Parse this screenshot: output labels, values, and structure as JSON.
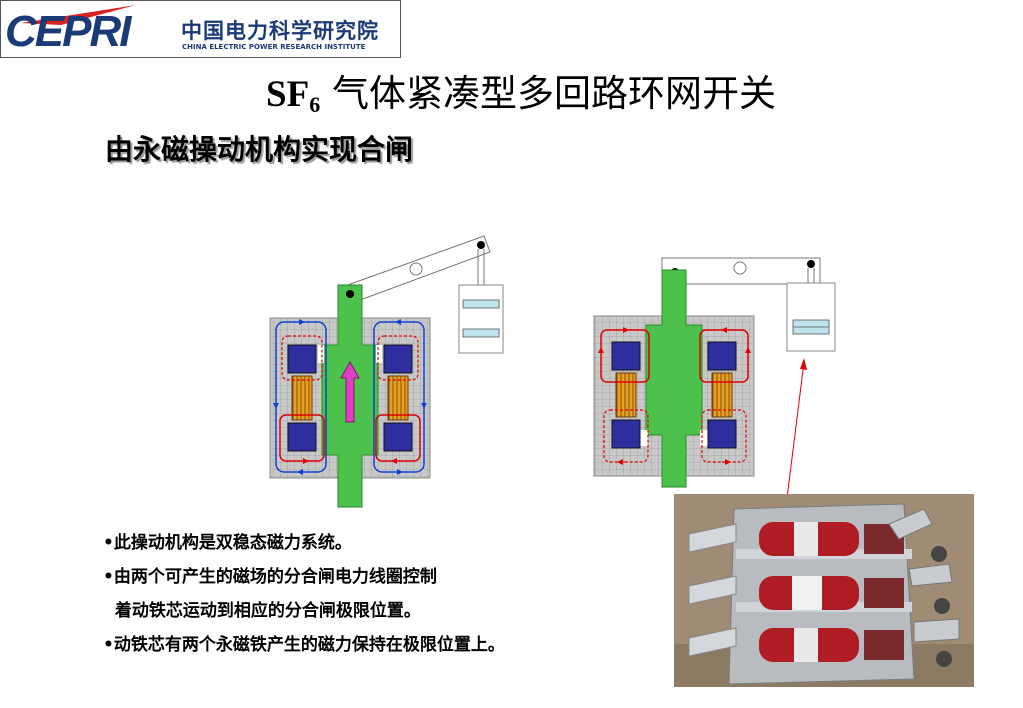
{
  "header": {
    "logo_mark": "CEPRI",
    "logo_cn": "中国电力科学研究院",
    "logo_en": "CHINA ELECTRIC POWER RESEARCH INSTITUTE"
  },
  "title": {
    "prefix": "SF",
    "subscript": "6",
    "text": "气体紧凑型多回路环网开关"
  },
  "subtitle": "由永磁操动机构实现合闸",
  "bullets": [
    "•此操动机构是双稳态磁力系统。",
    "•由两个可产生的磁场的分合闸电力线圈控制",
    "  着动铁芯运动到相应的分合闸极限位置。",
    "•动铁芯有两个永磁铁产生的磁力保持在极限位置上。"
  ],
  "colors": {
    "logo_blue": "#1b3a78",
    "logo_red": "#d9231f",
    "armature_green": "#4cc24c",
    "magnet_blue": "#2e2e9e",
    "coil_orange": "#e8a020",
    "flux_red": "#e00000",
    "flux_blue": "#1040d0",
    "arrow_magenta": "#e040c0",
    "contact_cyan": "#bfe3ec"
  }
}
